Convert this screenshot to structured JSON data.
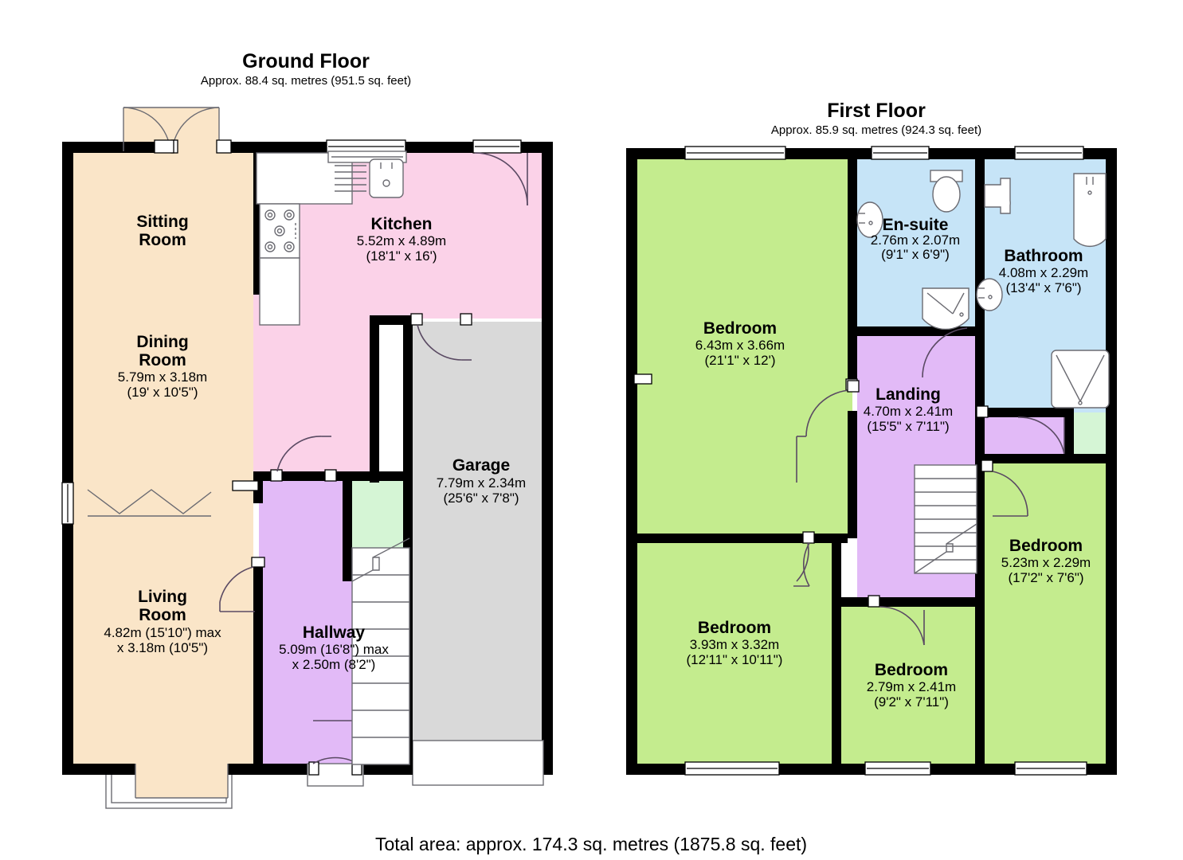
{
  "document": {
    "type": "floor-plan",
    "total_area_text": "Total area: approx. 174.3 sq. metres (1875.8 sq. feet)"
  },
  "floors": [
    {
      "id": "ground",
      "title": "Ground Floor",
      "area": "Approx. 88.4 sq. metres (951.5 sq. feet)",
      "rooms": [
        {
          "key": "sitting",
          "name": "Sitting Room",
          "dim_m": "",
          "dim_ft": "",
          "color": "#fae5c8"
        },
        {
          "key": "dining",
          "name": "Dining Room",
          "dim_m": "5.79m x 3.18m",
          "dim_ft": "(19' x 10'5\")",
          "color": "#fae5c8"
        },
        {
          "key": "living",
          "name": "Living Room",
          "dim_m": "4.82m (15'10\") max",
          "dim_ft": "x 3.18m (10'5\")",
          "color": "#fae5c8"
        },
        {
          "key": "kitchen",
          "name": "Kitchen",
          "dim_m": "5.52m x 4.89m",
          "dim_ft": "(18'1\" x 16')",
          "color": "#fbd2e8"
        },
        {
          "key": "garage",
          "name": "Garage",
          "dim_m": "7.79m x 2.34m",
          "dim_ft": "(25'6\" x 7'8\")",
          "color": "#d9d9d9"
        },
        {
          "key": "hallway",
          "name": "Hallway",
          "dim_m": "5.09m (16'8\") max",
          "dim_ft": "x 2.50m (8'2\")",
          "color": "#e2baf7"
        }
      ]
    },
    {
      "id": "first",
      "title": "First Floor",
      "area": "Approx. 85.9 sq. metres (924.3 sq. feet)",
      "rooms": [
        {
          "key": "bed1",
          "name": "Bedroom",
          "dim_m": "6.43m x 3.66m",
          "dim_ft": "(21'1\" x 12')",
          "color": "#c4ec8e"
        },
        {
          "key": "bed2",
          "name": "Bedroom",
          "dim_m": "3.93m x 3.32m",
          "dim_ft": "(12'11\" x 10'11\")",
          "color": "#c4ec8e"
        },
        {
          "key": "bed3",
          "name": "Bedroom",
          "dim_m": "2.79m x 2.41m",
          "dim_ft": "(9'2\" x 7'11\")",
          "color": "#c4ec8e"
        },
        {
          "key": "bed4",
          "name": "Bedroom",
          "dim_m": "5.23m x 2.29m",
          "dim_ft": "(17'2\" x 7'6\")",
          "color": "#c4ec8e"
        },
        {
          "key": "ensuite",
          "name": "En-suite",
          "dim_m": "2.76m x 2.07m",
          "dim_ft": "(9'1\" x 6'9\")",
          "color": "#c6e4f7"
        },
        {
          "key": "bathroom",
          "name": "Bathroom",
          "dim_m": "4.08m x 2.29m",
          "dim_ft": "(13'4\" x 7'6\")",
          "color": "#c6e4f7"
        },
        {
          "key": "landing",
          "name": "Landing",
          "dim_m": "4.70m x 2.41m",
          "dim_ft": "(15'5\" x 7'11\")",
          "color": "#e2baf7"
        }
      ]
    }
  ],
  "palette": {
    "wall": "#000000",
    "beige": "#fae5c8",
    "pink": "#fbd2e8",
    "grey": "#d9d9d9",
    "violet": "#e2baf7",
    "green": "#c4ec8e",
    "mint": "#d5f5d5",
    "blue": "#c6e4f7",
    "fixture_stroke": "#6b6b72"
  }
}
